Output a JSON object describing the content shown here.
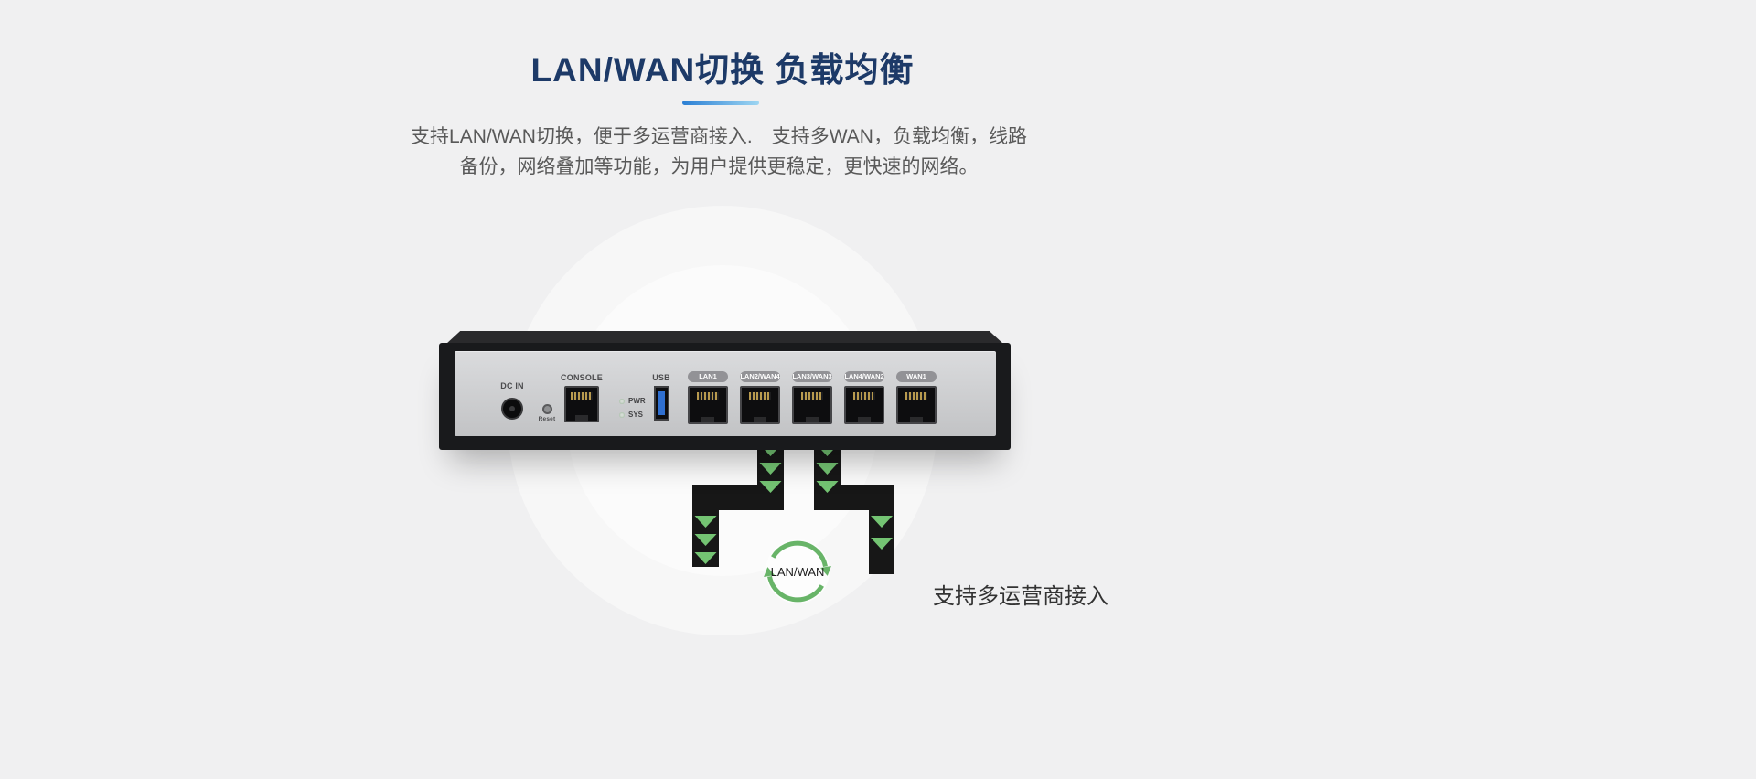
{
  "colors": {
    "background": "#f0f0f1",
    "title": "#1d3a68",
    "accent_start": "#2b7fd4",
    "accent_end": "#9ed6f2",
    "body_text": "#595959",
    "arrow_green": "#74c473",
    "flow_black": "#171717",
    "cycle_green": "#68b468"
  },
  "header": {
    "title": "LAN/WAN切换 负载均衡",
    "description_line1": "支持LAN/WAN切换，便于多运营商接入.　支持多WAN，负载均衡，线路",
    "description_line2": "备份，网络叠加等功能，为用户提供更稳定，更快速的网络。"
  },
  "device": {
    "labels": {
      "dc_in": "DC IN",
      "reset": "Reset",
      "console": "CONSOLE",
      "pwr": "PWR",
      "sys": "SYS",
      "usb": "USB"
    },
    "ports": [
      {
        "label": "LAN1"
      },
      {
        "label": "LAN2/WAN4"
      },
      {
        "label": "LAN3/WAN3"
      },
      {
        "label": "LAN4/WAN2"
      },
      {
        "label": "WAN1"
      }
    ]
  },
  "diagram": {
    "badge_label": "LAN/WAN",
    "caption": "支持多运营商接入"
  }
}
